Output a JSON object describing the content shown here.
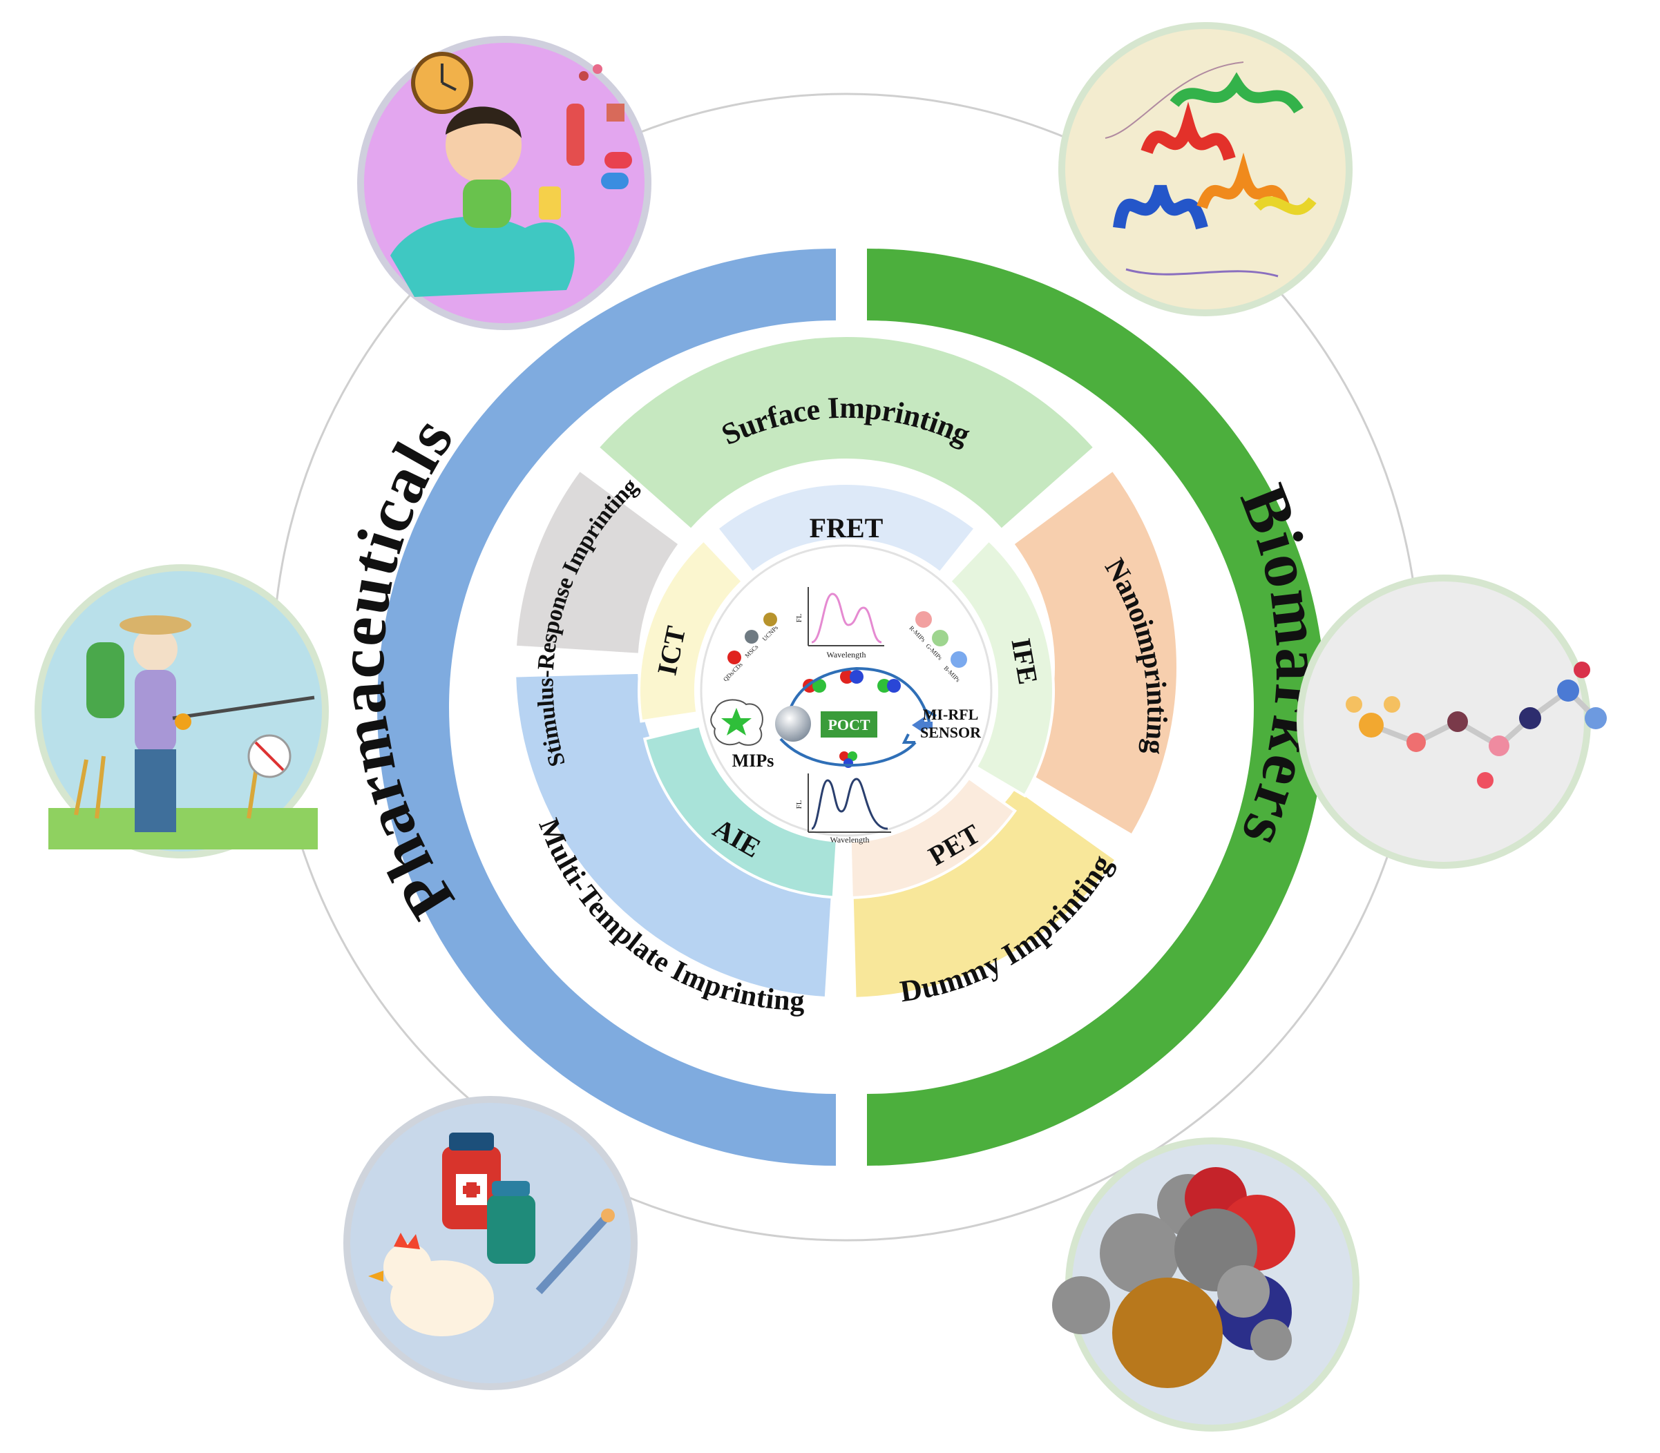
{
  "outer_ring": {
    "left_label": "Pharmaceuticals",
    "right_label": "Biomarkers",
    "left_color": "#7fabdf",
    "right_color": "#4caf3d"
  },
  "imprinting_ring": [
    {
      "label": "Surface Imprinting",
      "color": "#c6e8c0"
    },
    {
      "label": "Nanoimprinting",
      "color": "#f7cfae"
    },
    {
      "label": "Dummy Imprinting",
      "color": "#f8e79a"
    },
    {
      "label": "Multi-Template Imprinting",
      "color": "#b7d3f2"
    },
    {
      "label": "Stimulus-Response Imprinting",
      "color": "#dcdada"
    }
  ],
  "mechanism_ring": [
    {
      "label": "FRET",
      "color": "#dde9f8"
    },
    {
      "label": "IFE",
      "color": "#e6f5de"
    },
    {
      "label": "PET",
      "color": "#fbebdd"
    },
    {
      "label": "AIE",
      "color": "#a9e3d9"
    },
    {
      "label": "ICT",
      "color": "#fbf6cf"
    }
  ],
  "center": {
    "poct": "POCT",
    "sensor_line1": "MI-RFL",
    "sensor_line2": "SENSOR",
    "mips": "MIPs",
    "plot_xlabel": "Wavelength",
    "plot_ylabel": "FL",
    "dots_left": [
      "QDs/CDs",
      "MSCs",
      "UCNPs"
    ],
    "dots_right": [
      "R-MIPs",
      "G-MIPs",
      "B-MIPs"
    ]
  },
  "satellites": [
    {
      "icon": "child-medicine-illustration"
    },
    {
      "icon": "protein-helix-illustration"
    },
    {
      "icon": "farmer-pesticide-illustration"
    },
    {
      "icon": "nucleotide-molecule-illustration"
    },
    {
      "icon": "veterinary-drug-illustration"
    },
    {
      "icon": "amino-acid-space-fill-illustration"
    }
  ]
}
